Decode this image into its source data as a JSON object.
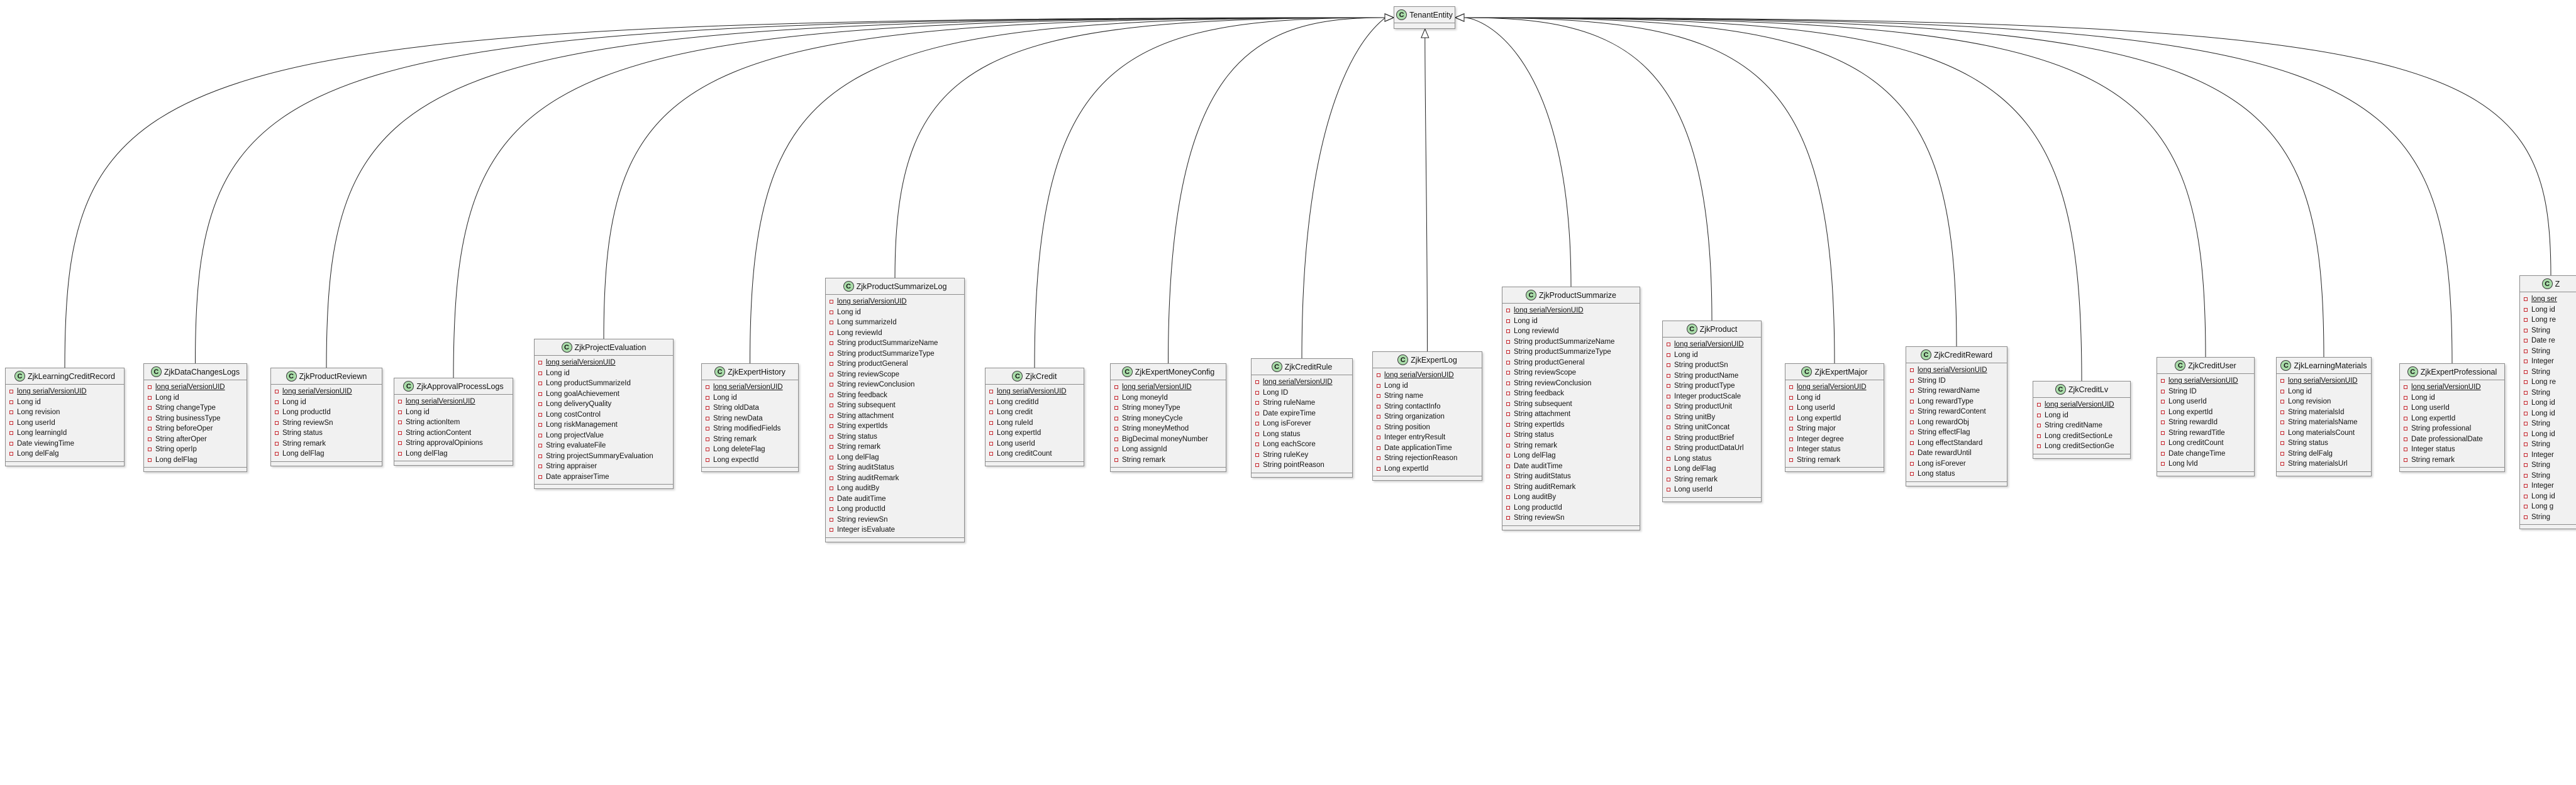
{
  "parent": {
    "name": "TenantEntity",
    "badge": "C"
  },
  "classes": [
    {
      "name": "ZjkLearningCreditRecord",
      "fields": [
        {
          "text": "long serialVersionUID",
          "static": true
        },
        {
          "text": "Long id"
        },
        {
          "text": "Long revision"
        },
        {
          "text": "Long userId"
        },
        {
          "text": "Long learningId"
        },
        {
          "text": "Date viewingTime"
        },
        {
          "text": "Long delFalg"
        }
      ]
    },
    {
      "name": "ZjkDataChangesLogs",
      "fields": [
        {
          "text": "long serialVersionUID",
          "static": true
        },
        {
          "text": "Long id"
        },
        {
          "text": "String changeType"
        },
        {
          "text": "String businessType"
        },
        {
          "text": "String beforeOper"
        },
        {
          "text": "String afterOper"
        },
        {
          "text": "String operIp"
        },
        {
          "text": "Long delFlag"
        }
      ]
    },
    {
      "name": "ZjkProductReviewn",
      "fields": [
        {
          "text": "long serialVersionUID",
          "static": true
        },
        {
          "text": "Long id"
        },
        {
          "text": "Long productId"
        },
        {
          "text": "String reviewSn"
        },
        {
          "text": "String status"
        },
        {
          "text": "String remark"
        },
        {
          "text": "Long delFlag"
        }
      ]
    },
    {
      "name": "ZjkApprovalProcessLogs",
      "fields": [
        {
          "text": "long serialVersionUID",
          "static": true
        },
        {
          "text": "Long id"
        },
        {
          "text": "String actionItem"
        },
        {
          "text": "String actionContent"
        },
        {
          "text": "String approvalOpinions"
        },
        {
          "text": "Long delFlag"
        }
      ]
    },
    {
      "name": "ZjkProjectEvaluation",
      "fields": [
        {
          "text": "long serialVersionUID",
          "static": true
        },
        {
          "text": "Long id"
        },
        {
          "text": "Long productSummarizeId"
        },
        {
          "text": "Long goalAchievement"
        },
        {
          "text": "Long deliveryQuality"
        },
        {
          "text": "Long costControl"
        },
        {
          "text": "Long riskManagement"
        },
        {
          "text": "Long projectValue"
        },
        {
          "text": "String evaluateFile"
        },
        {
          "text": "String projectSummaryEvaluation"
        },
        {
          "text": "String appraiser"
        },
        {
          "text": "Date appraiserTime"
        }
      ]
    },
    {
      "name": "ZjkExpertHistory",
      "fields": [
        {
          "text": "long serialVersionUID",
          "static": true
        },
        {
          "text": "Long id"
        },
        {
          "text": "String oldData"
        },
        {
          "text": "String newData"
        },
        {
          "text": "String modifiedFields"
        },
        {
          "text": "String remark"
        },
        {
          "text": "Long deleteFlag"
        },
        {
          "text": "Long expectId"
        }
      ]
    },
    {
      "name": "ZjkProductSummarizeLog",
      "fields": [
        {
          "text": "long serialVersionUID",
          "static": true
        },
        {
          "text": "Long id"
        },
        {
          "text": "Long summarizeId"
        },
        {
          "text": "Long reviewId"
        },
        {
          "text": "String productSummarizeName"
        },
        {
          "text": "String productSummarizeType"
        },
        {
          "text": "String productGeneral"
        },
        {
          "text": "String reviewScope"
        },
        {
          "text": "String reviewConclusion"
        },
        {
          "text": "String feedback"
        },
        {
          "text": "String subsequent"
        },
        {
          "text": "String attachment"
        },
        {
          "text": "String expertIds"
        },
        {
          "text": "String status"
        },
        {
          "text": "String remark"
        },
        {
          "text": "Long delFlag"
        },
        {
          "text": "String auditStatus"
        },
        {
          "text": "String auditRemark"
        },
        {
          "text": "Long auditBy"
        },
        {
          "text": "Date auditTime"
        },
        {
          "text": "Long productId"
        },
        {
          "text": "String reviewSn"
        },
        {
          "text": "Integer isEvaluate"
        }
      ]
    },
    {
      "name": "ZjkCredit",
      "fields": [
        {
          "text": "long serialVersionUID",
          "static": true
        },
        {
          "text": "Long creditId"
        },
        {
          "text": "Long credit"
        },
        {
          "text": "Long ruleId"
        },
        {
          "text": "Long expertId"
        },
        {
          "text": "Long userId"
        },
        {
          "text": "Long creditCount"
        }
      ]
    },
    {
      "name": "ZjkExpertMoneyConfig",
      "fields": [
        {
          "text": "long serialVersionUID",
          "static": true
        },
        {
          "text": "Long moneyId"
        },
        {
          "text": "String moneyType"
        },
        {
          "text": "String moneyCycle"
        },
        {
          "text": "String moneyMethod"
        },
        {
          "text": "BigDecimal moneyNumber"
        },
        {
          "text": "Long assignId"
        },
        {
          "text": "String remark"
        }
      ]
    },
    {
      "name": "ZjkCreditRule",
      "fields": [
        {
          "text": "long serialVersionUID",
          "static": true
        },
        {
          "text": "Long ID"
        },
        {
          "text": "String ruleName"
        },
        {
          "text": "Date expireTime"
        },
        {
          "text": "Long isForever"
        },
        {
          "text": "Long status"
        },
        {
          "text": "Long eachScore"
        },
        {
          "text": "String ruleKey"
        },
        {
          "text": "String pointReason"
        }
      ]
    },
    {
      "name": "ZjkExpertLog",
      "fields": [
        {
          "text": "long serialVersionUID",
          "static": true
        },
        {
          "text": "Long id"
        },
        {
          "text": "String name"
        },
        {
          "text": "String contactInfo"
        },
        {
          "text": "String organization"
        },
        {
          "text": "String position"
        },
        {
          "text": "Integer entryResult"
        },
        {
          "text": "Date applicationTime"
        },
        {
          "text": "String rejectionReason"
        },
        {
          "text": "Long expertId"
        }
      ]
    },
    {
      "name": "ZjkProductSummarize",
      "fields": [
        {
          "text": "long serialVersionUID",
          "static": true
        },
        {
          "text": "Long id"
        },
        {
          "text": "Long reviewId"
        },
        {
          "text": "String productSummarizeName"
        },
        {
          "text": "String productSummarizeType"
        },
        {
          "text": "String productGeneral"
        },
        {
          "text": "String reviewScope"
        },
        {
          "text": "String reviewConclusion"
        },
        {
          "text": "String feedback"
        },
        {
          "text": "String subsequent"
        },
        {
          "text": "String attachment"
        },
        {
          "text": "String expertIds"
        },
        {
          "text": "String status"
        },
        {
          "text": "String remark"
        },
        {
          "text": "Long delFlag"
        },
        {
          "text": "Date auditTime"
        },
        {
          "text": "String auditStatus"
        },
        {
          "text": "String auditRemark"
        },
        {
          "text": "Long auditBy"
        },
        {
          "text": "Long productId"
        },
        {
          "text": "String reviewSn"
        }
      ]
    },
    {
      "name": "ZjkProduct",
      "fields": [
        {
          "text": "long serialVersionUID",
          "static": true
        },
        {
          "text": "Long id"
        },
        {
          "text": "String productSn"
        },
        {
          "text": "String productName"
        },
        {
          "text": "String productType"
        },
        {
          "text": "Integer productScale"
        },
        {
          "text": "String productUnit"
        },
        {
          "text": "String unitBy"
        },
        {
          "text": "String unitConcat"
        },
        {
          "text": "String productBrief"
        },
        {
          "text": "String productDataUrl"
        },
        {
          "text": "Long status"
        },
        {
          "text": "Long delFlag"
        },
        {
          "text": "String remark"
        },
        {
          "text": "Long userId"
        }
      ]
    },
    {
      "name": "ZjkExpertMajor",
      "fields": [
        {
          "text": "long serialVersionUID",
          "static": true
        },
        {
          "text": "Long id"
        },
        {
          "text": "Long userId"
        },
        {
          "text": "Long expertId"
        },
        {
          "text": "String major"
        },
        {
          "text": "Integer degree"
        },
        {
          "text": "Integer status"
        },
        {
          "text": "String remark"
        }
      ]
    },
    {
      "name": "ZjkCreditReward",
      "fields": [
        {
          "text": "long serialVersionUID",
          "static": true
        },
        {
          "text": "String ID"
        },
        {
          "text": "String rewardName"
        },
        {
          "text": "Long rewardType"
        },
        {
          "text": "String rewardContent"
        },
        {
          "text": "Long rewardObj"
        },
        {
          "text": "String effectFlag"
        },
        {
          "text": "Long effectStandard"
        },
        {
          "text": "Date rewardUntil"
        },
        {
          "text": "Long isForever"
        },
        {
          "text": "Long status"
        }
      ]
    },
    {
      "name": "ZjkCreditLv",
      "fields": [
        {
          "text": "long serialVersionUID",
          "static": true
        },
        {
          "text": "Long id"
        },
        {
          "text": "String creditName"
        },
        {
          "text": "Long creditSectionLe"
        },
        {
          "text": "Long creditSectionGe"
        }
      ]
    },
    {
      "name": "ZjkCreditUser",
      "fields": [
        {
          "text": "long serialVersionUID",
          "static": true
        },
        {
          "text": "String ID"
        },
        {
          "text": "Long userId"
        },
        {
          "text": "Long expertId"
        },
        {
          "text": "String rewardId"
        },
        {
          "text": "String rewardTitle"
        },
        {
          "text": "Long creditCount"
        },
        {
          "text": "Date changeTime"
        },
        {
          "text": "Long lvId"
        }
      ]
    },
    {
      "name": "ZjkLearningMaterials",
      "fields": [
        {
          "text": "long serialVersionUID",
          "static": true
        },
        {
          "text": "Long id"
        },
        {
          "text": "Long revision"
        },
        {
          "text": "String materialsId"
        },
        {
          "text": "String materialsName"
        },
        {
          "text": "Long materialsCount"
        },
        {
          "text": "String status"
        },
        {
          "text": "String delFalg"
        },
        {
          "text": "String materialsUrl"
        }
      ]
    },
    {
      "name": "ZjkExpertProfessional",
      "fields": [
        {
          "text": "long serialVersionUID",
          "static": true
        },
        {
          "text": "Long id"
        },
        {
          "text": "Long userId"
        },
        {
          "text": "Long expertId"
        },
        {
          "text": "String professional"
        },
        {
          "text": "Date professionalDate"
        },
        {
          "text": "Integer status"
        },
        {
          "text": "String remark"
        }
      ]
    },
    {
      "name": "Z",
      "fields": [
        {
          "text": "long ser",
          "static": true
        },
        {
          "text": "Long id"
        },
        {
          "text": "Long re"
        },
        {
          "text": "String"
        },
        {
          "text": "Date re"
        },
        {
          "text": "String"
        },
        {
          "text": "Integer"
        },
        {
          "text": "String"
        },
        {
          "text": "Long re"
        },
        {
          "text": "String"
        },
        {
          "text": "Long id"
        },
        {
          "text": "Long id"
        },
        {
          "text": "String"
        },
        {
          "text": "Long id"
        },
        {
          "text": "String"
        },
        {
          "text": "Integer"
        },
        {
          "text": "String"
        },
        {
          "text": "String"
        },
        {
          "text": "Integer"
        },
        {
          "text": "Long id"
        },
        {
          "text": "Long g"
        },
        {
          "text": "String"
        }
      ]
    }
  ]
}
